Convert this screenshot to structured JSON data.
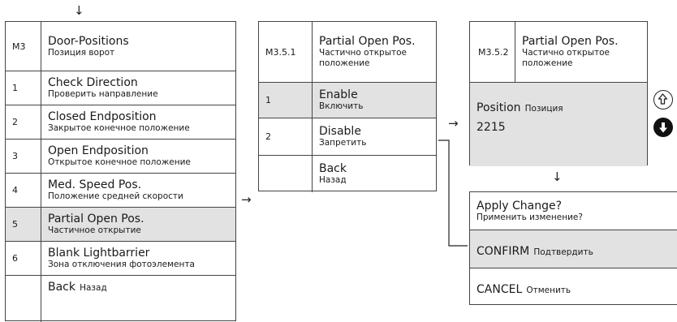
{
  "arrows": {
    "down": "↓",
    "right": "→"
  },
  "menu_m3": {
    "header": {
      "code": "M3",
      "title": "Door-Positions",
      "subtitle": "Позиция ворот"
    },
    "items": [
      {
        "code": "1",
        "title": "Check Direction",
        "subtitle": "Проверить направление",
        "selected": false
      },
      {
        "code": "2",
        "title": "Closed Endposition",
        "subtitle": "Закрытое конечное положение",
        "selected": false
      },
      {
        "code": "3",
        "title": "Open Endposition",
        "subtitle": "Открытое конечное положение",
        "selected": false
      },
      {
        "code": "4",
        "title": "Med. Speed Pos.",
        "subtitle": "Положение средней скорости",
        "selected": false
      },
      {
        "code": "5",
        "title": "Partial Open Pos.",
        "subtitle": "Частичное открытие",
        "selected": true
      },
      {
        "code": "6",
        "title": "Blank Lightbarrier",
        "subtitle": "Зона отключения фотоэлемента",
        "selected": false
      }
    ],
    "back": {
      "title": "Back",
      "subtitle": "Назад"
    }
  },
  "menu_m351": {
    "header": {
      "code": "M3.5.1",
      "title": "Partial Open Pos.",
      "subtitle": "Частично открытое положение"
    },
    "items": [
      {
        "code": "1",
        "title": "Enable",
        "subtitle": "Включить",
        "selected": true
      },
      {
        "code": "2",
        "title": "Disable",
        "subtitle": "Запретить",
        "selected": false
      },
      {
        "code": "",
        "title": "Back",
        "subtitle": "Назад",
        "selected": false
      }
    ]
  },
  "menu_m352": {
    "header": {
      "code": "M3.5.2",
      "title": "Partial Open Pos.",
      "subtitle": "Частично открытое положение"
    },
    "position": {
      "label": "Position",
      "label_ru": "Позиция",
      "value": "2215"
    }
  },
  "confirm_box": {
    "question": "Apply Change?",
    "question_ru": "Применить изменение?",
    "confirm": "CONFIRM",
    "confirm_ru": "Подтвердить",
    "cancel": "CANCEL",
    "cancel_ru": "Отменить"
  },
  "icons": {
    "up": "arrow-up-outline-icon",
    "down": "arrow-down-filled-icon"
  }
}
